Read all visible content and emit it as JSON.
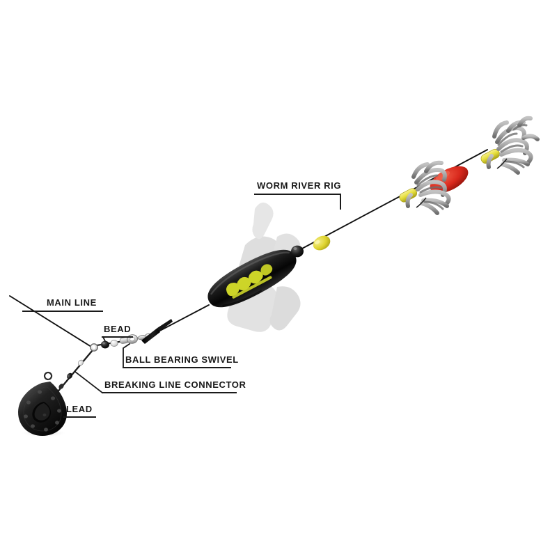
{
  "diagram": {
    "title": "Worm River Rig fishing rig schematic",
    "background_color": "#ffffff",
    "line_color": "#111111",
    "label_color": "#1a1a1a",
    "labels": [
      {
        "id": "worm-river-rig",
        "text": "WORM RIVER RIG"
      },
      {
        "id": "main-line",
        "text": "MAIN LINE"
      },
      {
        "id": "bead",
        "text": "BEAD"
      },
      {
        "id": "ball-bearing-swivel",
        "text": "BALL BEARING SWIVEL"
      },
      {
        "id": "breaking-line-connector",
        "text": "BREAKING LINE CONNECTOR"
      },
      {
        "id": "lead",
        "text": "LEAD"
      }
    ],
    "components": [
      {
        "id": "lead-weight",
        "name": "Lead weight",
        "color": "#1b1b1b",
        "shape": "teardrop"
      },
      {
        "id": "breaking-line",
        "name": "Breaking line connector",
        "color": "#2a2a2a"
      },
      {
        "id": "junction-ring",
        "name": "Junction ring",
        "color": "#f2f2f2"
      },
      {
        "id": "bead-black",
        "name": "Bead",
        "color": "#1a1a1a"
      },
      {
        "id": "bead-white",
        "name": "Bead",
        "color": "#f5f5f5"
      },
      {
        "id": "swivel",
        "name": "Ball bearing swivel",
        "color": "#e8e8e8"
      },
      {
        "id": "shock-cone",
        "name": "Shock cone sleeve",
        "color": "#111111"
      },
      {
        "id": "float-body",
        "name": "Float body",
        "color": "#101010",
        "logo_color": "#d8e02a"
      },
      {
        "id": "stopper-bead",
        "name": "Stopper bead",
        "color": "#151515"
      },
      {
        "id": "yellow-bead",
        "name": "Yellow bead",
        "color": "#e2d23a"
      },
      {
        "id": "worm-bait-red",
        "name": "Red worm bait body",
        "color": "#d8281c"
      },
      {
        "id": "worm-bait-gray",
        "name": "Gray worm tentacles",
        "color": "#9a9a9a"
      },
      {
        "id": "sleeve-yellow",
        "name": "Yellow sleeve",
        "color": "#e8e23c"
      }
    ],
    "watermark": {
      "name": "brand-silhouette",
      "color": "#d9d9d9"
    }
  }
}
